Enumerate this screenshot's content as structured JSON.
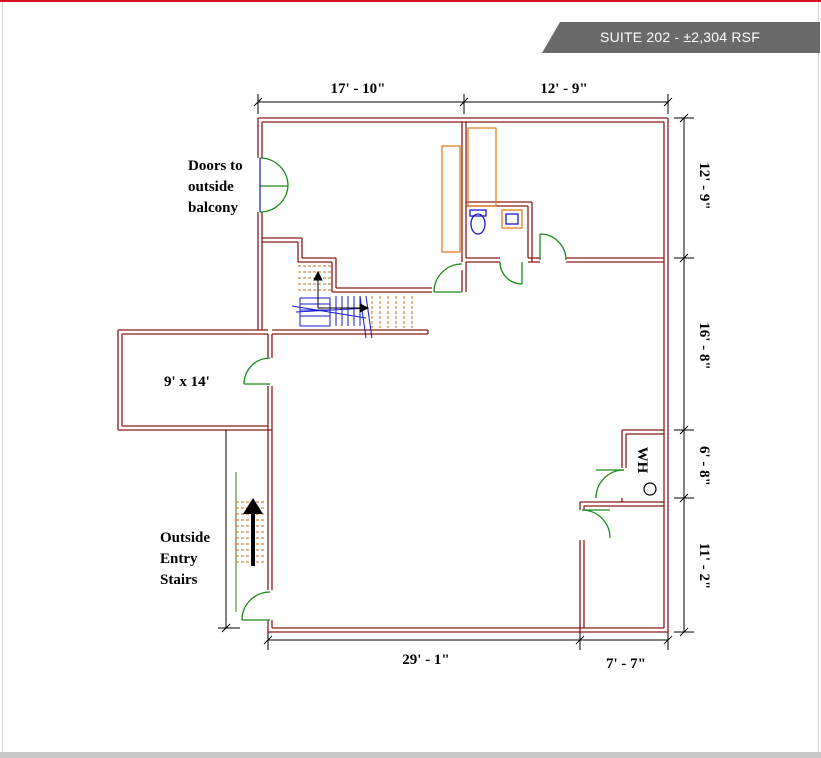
{
  "suite_label": "SUITE 202 - ±2,304 RSF",
  "dimensions": {
    "top_left": "17' - 10\"",
    "top_right": "12' - 9\"",
    "right_1": "12' - 9\"",
    "right_2": "16' - 8\"",
    "right_3": "6' - 8\"",
    "right_4": "11' - 2\"",
    "bottom_left": "29' - 1\"",
    "bottom_right": "7' - 7\""
  },
  "labels": {
    "doors_line1": "Doors to",
    "doors_line2": "outside",
    "doors_line3": "balcony",
    "room_size": "9' x 14'",
    "entry_line1": "Outside",
    "entry_line2": "Entry",
    "entry_line3": "Stairs",
    "water_heater": "WH"
  },
  "colors": {
    "accent": "#d9101d",
    "banner": "#6a6a6a",
    "wall": "#8b1a1a",
    "door": "#1a8a1a",
    "stair": "#c07020",
    "stair_blue": "#1a1ad0",
    "fixture": "#e08020"
  }
}
